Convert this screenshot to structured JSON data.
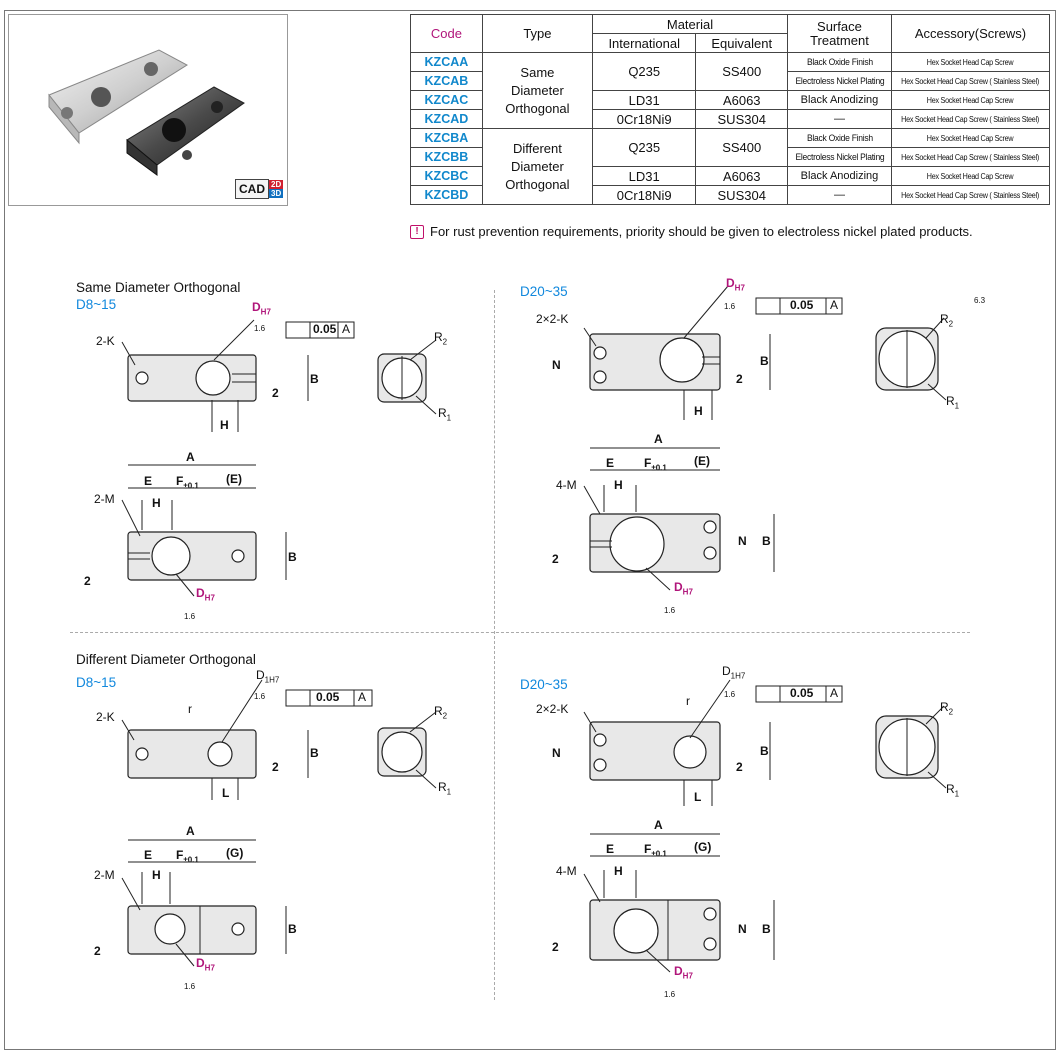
{
  "header": {
    "cad_label": "CAD",
    "cad_2d": "2D",
    "cad_3d": "3D"
  },
  "table": {
    "col_code": "Code",
    "col_type": "Type",
    "col_material": "Material",
    "col_international": "International",
    "col_equivalent": "Equivalent",
    "col_surface": "Surface Treatment",
    "col_accessory": "Accessory(Screws)",
    "type_same": [
      "Same",
      "Diameter",
      "Orthogonal"
    ],
    "type_diff": [
      "Different",
      "Diameter",
      "Orthogonal"
    ],
    "rows": [
      {
        "code": "KZCAA",
        "intl": "Q235",
        "equiv": "SS400",
        "surface": "Black Oxide Finish",
        "acc": "Hex Socket Head Cap Screw"
      },
      {
        "code": "KZCAB",
        "intl": "",
        "equiv": "",
        "surface": "Electroless Nickel Plating",
        "acc": "Hex Socket Head Cap Screw ( Stainless Steel)"
      },
      {
        "code": "KZCAC",
        "intl": "LD31",
        "equiv": "A6063",
        "surface": "Black Anodizing",
        "acc": "Hex Socket Head Cap Screw"
      },
      {
        "code": "KZCAD",
        "intl": "0Cr18Ni9",
        "equiv": "SUS304",
        "surface": "—",
        "acc": "Hex Socket Head Cap Screw ( Stainless Steel)"
      },
      {
        "code": "KZCBA",
        "intl": "Q235",
        "equiv": "SS400",
        "surface": "Black Oxide Finish",
        "acc": "Hex Socket Head Cap Screw"
      },
      {
        "code": "KZCBB",
        "intl": "",
        "equiv": "",
        "surface": "Electroless Nickel Plating",
        "acc": "Hex Socket Head Cap Screw ( Stainless Steel)"
      },
      {
        "code": "KZCBC",
        "intl": "LD31",
        "equiv": "A6063",
        "surface": "Black Anodizing",
        "acc": "Hex Socket Head Cap Screw"
      },
      {
        "code": "KZCBD",
        "intl": "0Cr18Ni9",
        "equiv": "SUS304",
        "surface": "—",
        "acc": "Hex Socket Head Cap Screw ( Stainless Steel)"
      }
    ]
  },
  "note": "For rust prevention requirements, priority should be given to electroless nickel plated products.",
  "sections": {
    "same_title": "Same Diameter Orthogonal",
    "diff_title": "Different Diameter Orthogonal",
    "range_small": "D8~15",
    "range_large": "D20~35"
  },
  "dims": {
    "k2": "2-K",
    "k22": "2×2-K",
    "m2": "2-M",
    "m4": "4-M",
    "dh7": "D",
    "h7": "H7",
    "d1": "D",
    "d1h7": "1H7",
    "tol": "0.05",
    "datum": "A",
    "r1": "R",
    "r1s": "1",
    "r2": "R",
    "r2s": "2",
    "b": "B",
    "two": "2",
    "h": "H",
    "n": "N",
    "l": "L",
    "r": "r",
    "a": "A",
    "e": "E",
    "f": "F",
    "ftol": "±0.1",
    "eparen": "(E)",
    "gparen": "(G)",
    "rough": "1.6",
    "rough63": "6.3"
  }
}
